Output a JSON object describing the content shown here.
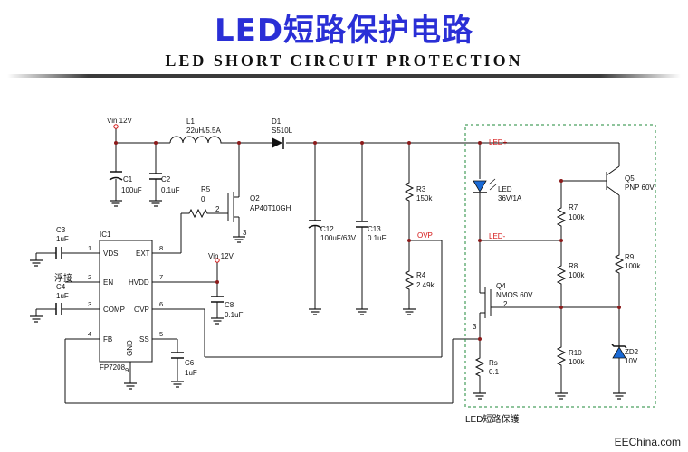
{
  "title_cn": "LED短路保护电路",
  "title_en": "LED SHORT CIRCUIT PROTECTION",
  "watermark": "EEChina.com",
  "labels": {
    "vin_top": "Vin 12V",
    "vin_mid": "Vin 12V",
    "l1_name": "L1",
    "l1_value": "22uH/5.5A",
    "d1_name": "D1",
    "d1_value": "S510L",
    "c1_name": "C1",
    "c1_value": "100uF",
    "c2_name": "C2",
    "c2_value": "0.1uF",
    "r5_name": "R5",
    "r5_value": "0",
    "q2_name": "Q2",
    "q2_value": "AP40T10GH",
    "c12_name": "C12",
    "c12_value": "100uF/63V",
    "c13_name": "C13",
    "c13_value": "0.1uF",
    "r3_name": "R3",
    "r3_value": "150k",
    "r4_name": "R4",
    "r4_value": "2.49k",
    "ovp_net": "OVP",
    "c3_name": "C3",
    "c3_value": "1uF",
    "c4_name": "C4",
    "c4_value": "1uF",
    "float_note": "浮接",
    "c8_name": "C8",
    "c8_value": "0.1uF",
    "c6_name": "C6",
    "c6_value": "1uF",
    "ic1_name": "IC1",
    "ic1_part": "FP7208",
    "led_plus": "LED+",
    "led_minus": "LED-",
    "led_name": "LED",
    "led_value": "36V/1A",
    "q4_name": "Q4",
    "q4_value": "NMOS 60V",
    "q5_name": "Q5",
    "q5_value": "PNP 60V",
    "r7_name": "R7",
    "r7_value": "100k",
    "r8_name": "R8",
    "r8_value": "100k",
    "r9_name": "R9",
    "r9_value": "100k",
    "r10_name": "R10",
    "r10_value": "100k",
    "rs_name": "Rs",
    "rs_value": "0.1",
    "zd2_name": "ZD2",
    "zd2_value": "10V",
    "protect_box": "LED短路保護"
  },
  "ic_pins": {
    "p1": "1",
    "p2": "2",
    "p3": "3",
    "p4": "4",
    "p5": "5",
    "p6": "6",
    "p7": "7",
    "p8": "8",
    "p9": "9",
    "vds": "VDS",
    "en": "EN",
    "comp": "COMP",
    "fb": "FB",
    "gnd": "GND",
    "ss": "SS",
    "ovp": "OVP",
    "hvdd": "HVDD",
    "ext": "EXT"
  },
  "node_numbers": {
    "q2_gate": "2",
    "q4_gate": "2",
    "q4_src": "3",
    "q2_src": "3"
  },
  "colors": {
    "title_blue": "#2a2fd6",
    "wire": "#111111",
    "node": "#8b1a1a",
    "net_red": "#d41414",
    "box_green": "#1f8a3a"
  }
}
